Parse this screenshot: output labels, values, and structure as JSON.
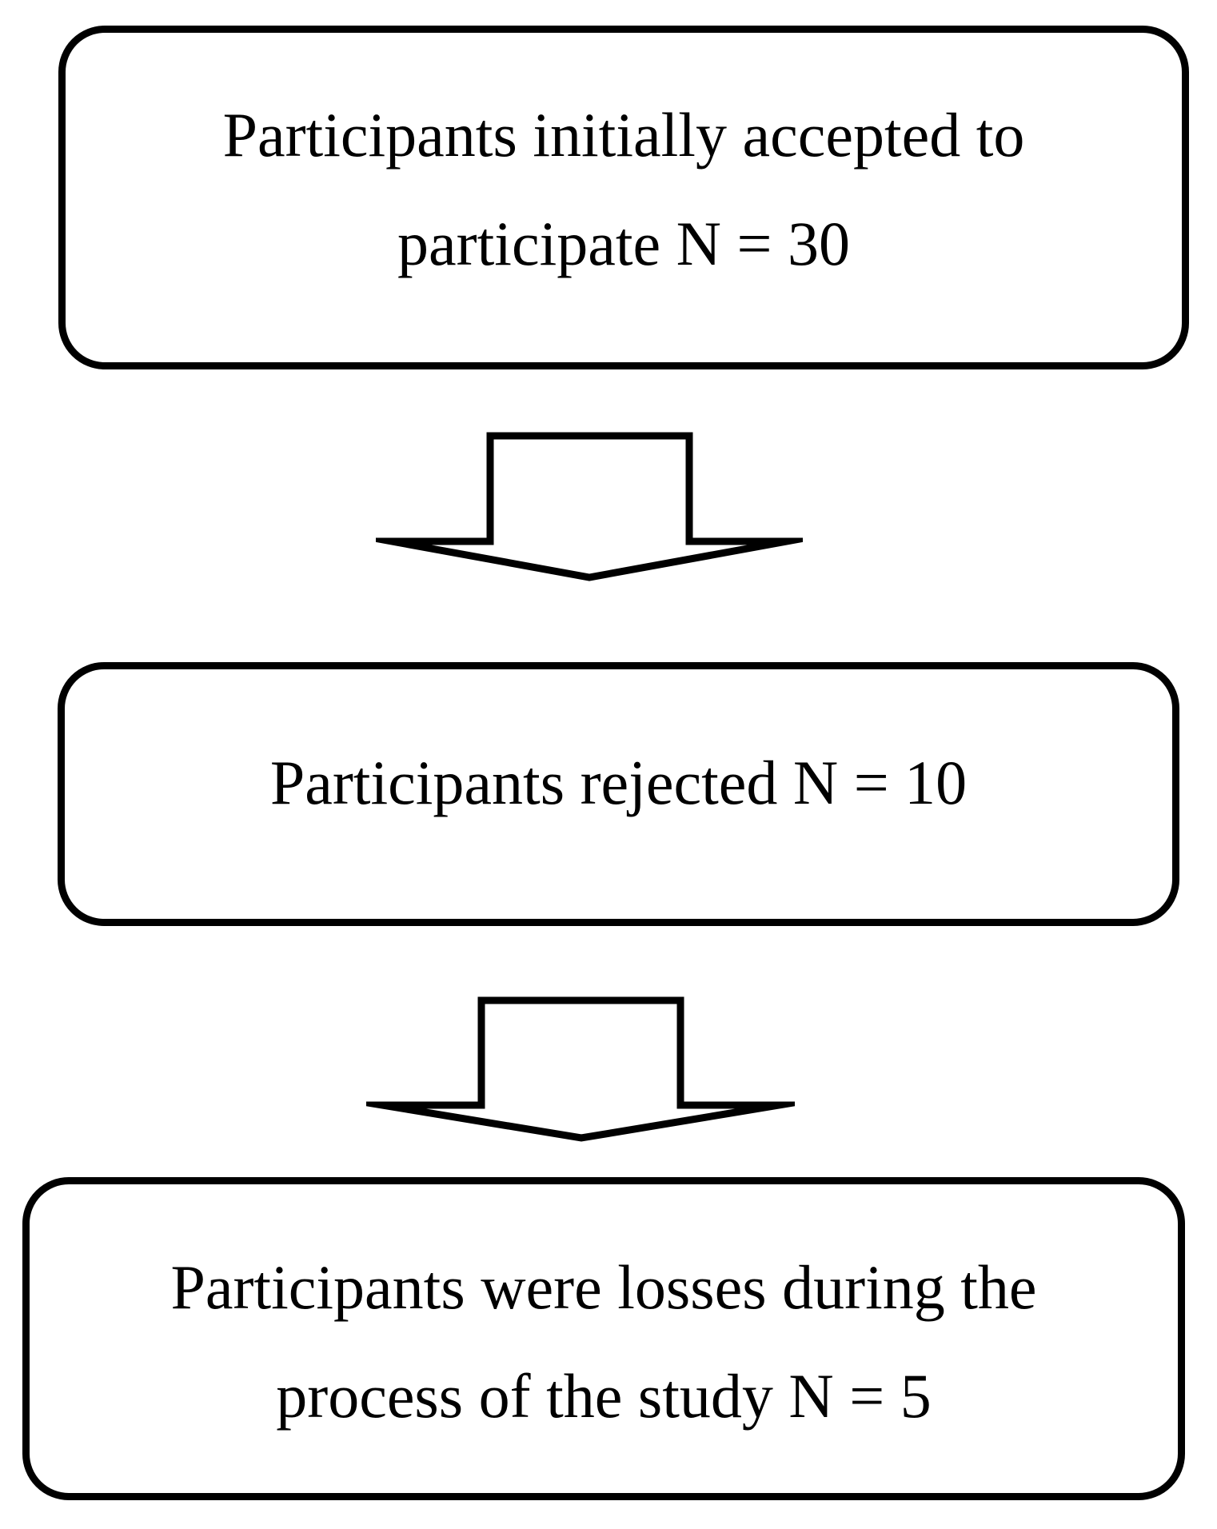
{
  "flowchart": {
    "colors": {
      "line": "#000000",
      "fill": "#ffffff",
      "text": "#000000"
    },
    "boxes": [
      {
        "name": "participants-initially-accepted",
        "lines": [
          "Participants initially accepted to",
          "participate N = 30"
        ],
        "value": 30
      },
      {
        "name": "participants-rejected",
        "lines": [
          "Participants rejected N = 10"
        ],
        "value": 10
      },
      {
        "name": "participants-losses",
        "lines": [
          "Participants were losses during the",
          "process of the study N = 5"
        ],
        "value": 5
      }
    ],
    "arrows": [
      {
        "name": "arrow-accepted-to-rejected",
        "direction": "down"
      },
      {
        "name": "arrow-rejected-to-losses",
        "direction": "down"
      }
    ]
  }
}
